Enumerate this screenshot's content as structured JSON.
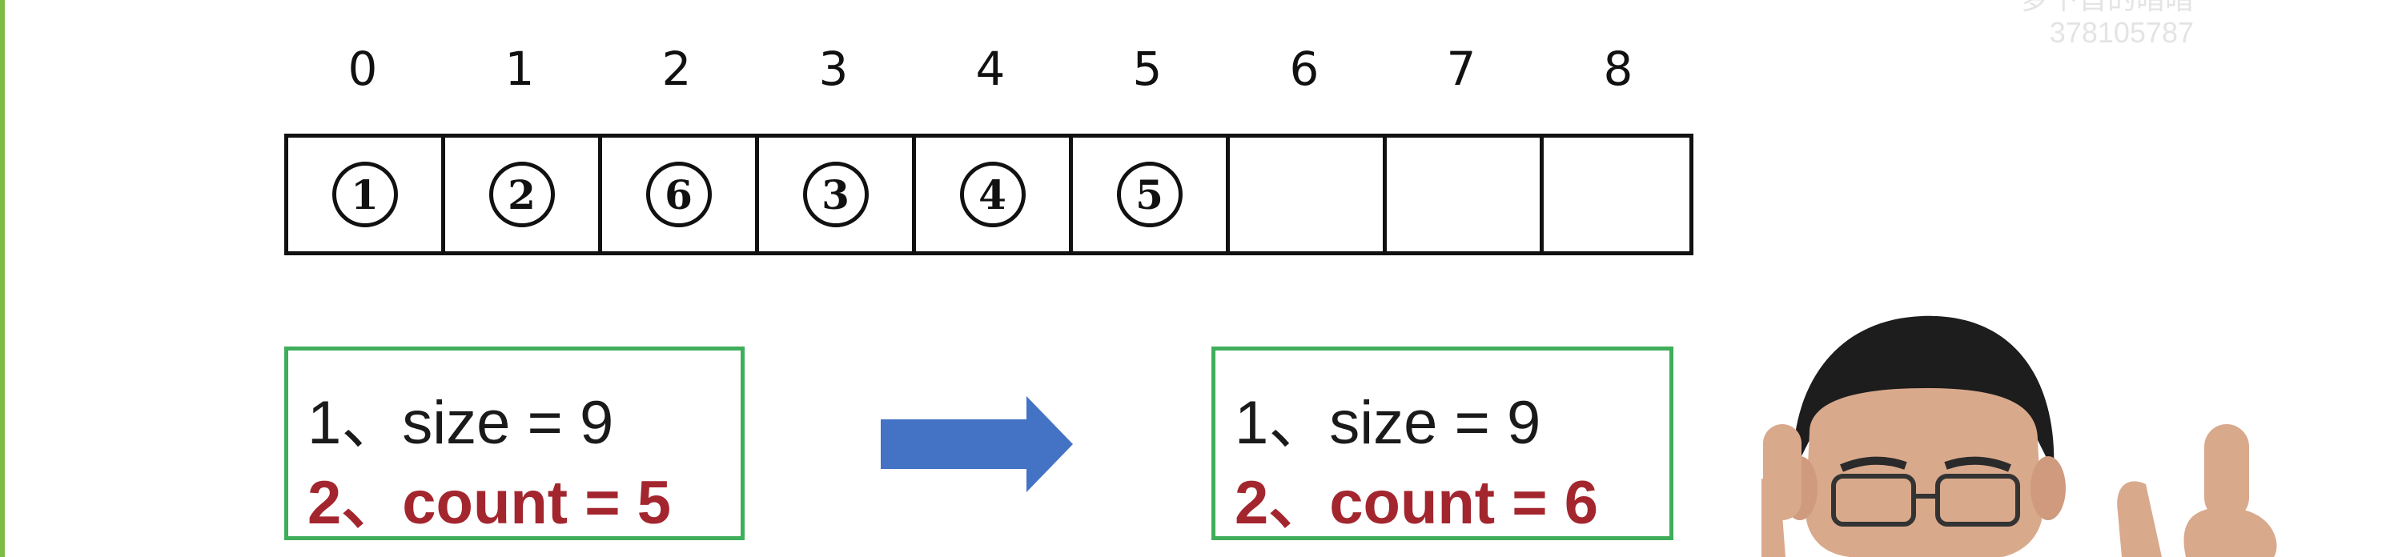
{
  "watermark": {
    "line1": "梦下首的暗暗",
    "line2": "378105787"
  },
  "array": {
    "indices": [
      "0",
      "1",
      "2",
      "3",
      "4",
      "5",
      "6",
      "7",
      "8"
    ],
    "cells": [
      "1",
      "2",
      "6",
      "3",
      "4",
      "5",
      "",
      "",
      ""
    ]
  },
  "before": {
    "size_label": "1、size = 9",
    "count_label": "2、count = 5"
  },
  "after": {
    "size_label": "1、size = 9",
    "count_label": "2、count = 6"
  },
  "colors": {
    "box_border": "#3fae5a",
    "count_text": "#a3262e",
    "arrow": "#4472c4",
    "left_edge": "#7dbb45"
  }
}
